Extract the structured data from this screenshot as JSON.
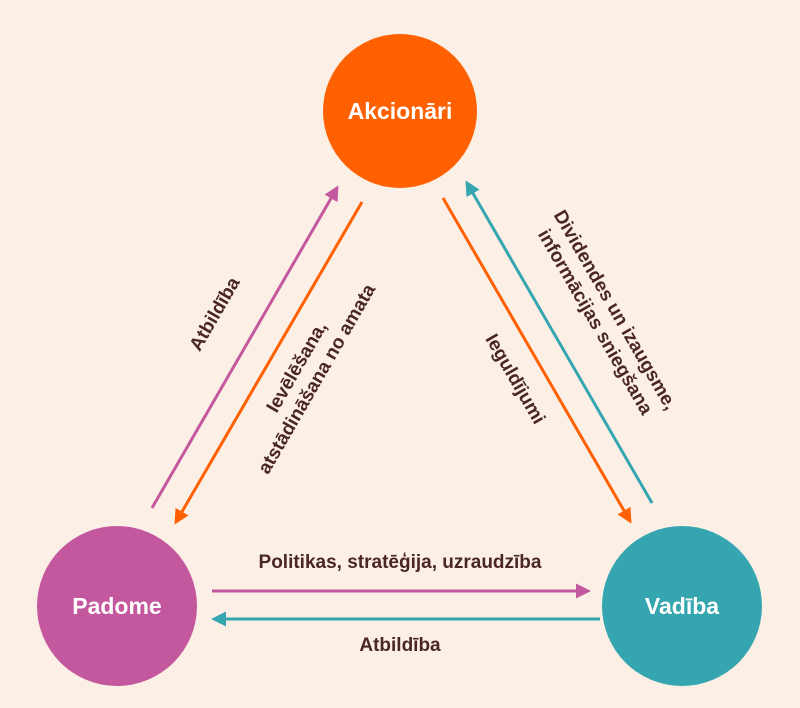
{
  "colors": {
    "background": "#fcf0e6",
    "shareholders": "#ff6000",
    "board": "#c4589f",
    "management": "#35a6b0",
    "text_dark": "#4a2626"
  },
  "nodes": {
    "shareholders": "Akcionāri",
    "board": "Padome",
    "management": "Vadība"
  },
  "edges": {
    "board_to_shareholders": "Atbildība",
    "shareholders_to_board_line1": "Ievēlēšana,",
    "shareholders_to_board_line2": "atstādināšana no amata",
    "shareholders_to_management": "Ieguldījumi",
    "management_to_shareholders_line1": "Dividendes un izaugsme,",
    "management_to_shareholders_line2": "informācijas sniegšana",
    "board_to_management": "Politikas, stratēģija, uzraudzība",
    "management_to_board": "Atbildība"
  }
}
